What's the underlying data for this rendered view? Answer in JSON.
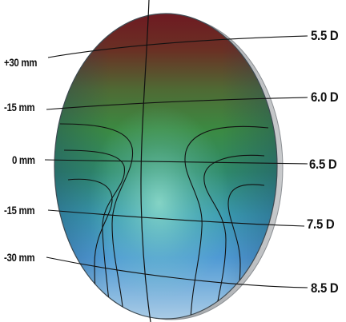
{
  "distance_labels": [
    {
      "id": "plus30",
      "text": "+30 mm"
    },
    {
      "id": "minus15a",
      "text": "-15 mm"
    },
    {
      "id": "zero",
      "text": "0 mm"
    },
    {
      "id": "minus15b",
      "text": "-15 mm"
    },
    {
      "id": "minus30",
      "text": "-30 mm"
    }
  ],
  "power_labels": [
    {
      "id": "p55",
      "text": "5.5 D"
    },
    {
      "id": "p60",
      "text": "6.0 D"
    },
    {
      "id": "p65",
      "text": "6.5 D"
    },
    {
      "id": "p75",
      "text": "7.5 D"
    },
    {
      "id": "p85",
      "text": "8.5 D"
    }
  ],
  "colors": {
    "lens_top": "#6e1a22",
    "lens_upper_mid": "#4f7a3c",
    "lens_mid": "#3f9a4c",
    "lens_lower_mid": "#2f8fa8",
    "lens_bottom": "#a9cbe6",
    "lens_edge": "#b8bcc0",
    "contour_line": "#111111"
  }
}
